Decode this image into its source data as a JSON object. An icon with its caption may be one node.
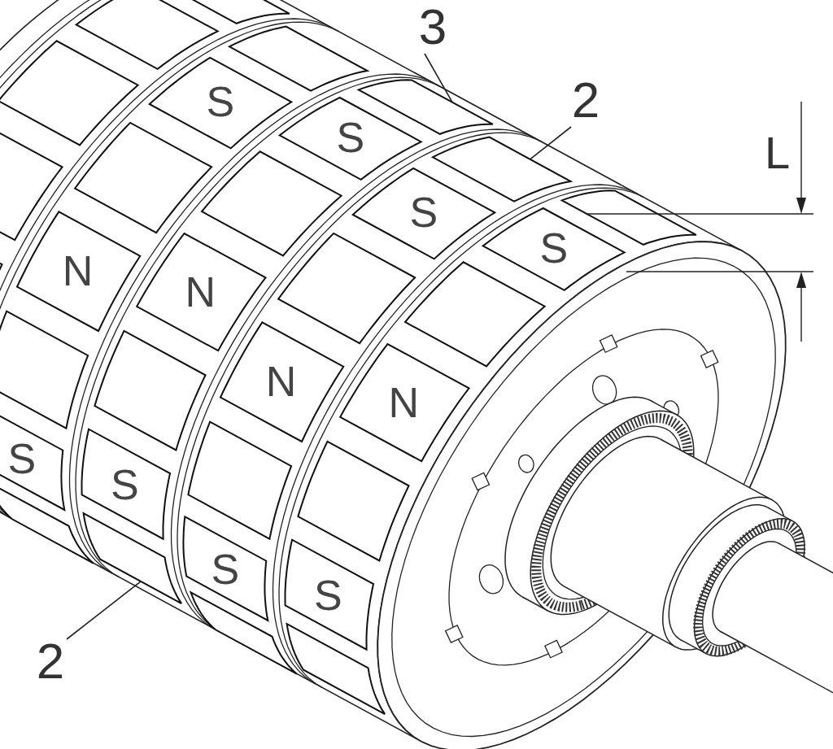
{
  "diagram": {
    "nodes": [
      {
        "text": [
          "3"
        ]
      },
      {
        "text": [
          "2"
        ]
      },
      {
        "text": [
          "2"
        ]
      }
    ],
    "edges": [
      {
        "from": 0,
        "to": null,
        "arrow": "none"
      },
      {
        "from": 1,
        "to": null,
        "arrow": "none"
      },
      {
        "from": 2,
        "to": null,
        "arrow": "none"
      }
    ],
    "labels": [
      "L",
      "S",
      "S",
      "S",
      "N",
      "S",
      "N",
      "N",
      "N",
      "S",
      "S",
      "S",
      "S"
    ]
  }
}
